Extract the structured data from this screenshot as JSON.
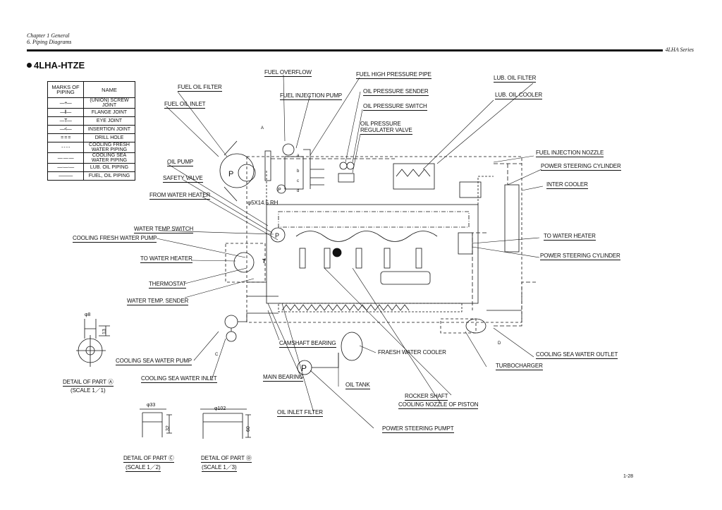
{
  "header": {
    "chapter": "Chapter 1 General",
    "section": "6. Piping Diagrams",
    "series": "4LHA Series"
  },
  "title": "4LHA-HTZE",
  "marks_table": {
    "headers": [
      "MARKS OF PIPING",
      "NAME"
    ],
    "rows": [
      {
        "symbol": "—+—",
        "name": "(UNION) SCREW JOINT"
      },
      {
        "symbol": "—‖—",
        "name": "FLANGE JOINT"
      },
      {
        "symbol": "—T—",
        "name": "EYE JOINT"
      },
      {
        "symbol": "—<—",
        "name": "INSERTION JOINT"
      },
      {
        "symbol": "= = =",
        "name": "DRILL HOLE"
      },
      {
        "symbol": "- - - -",
        "name": "COOLING FRESH WATER PIPING"
      },
      {
        "symbol": "— — —",
        "name": "COOLING SEA WATER PIPING"
      },
      {
        "symbol": "—·—·—",
        "name": "LUB. OIL PIPING"
      },
      {
        "symbol": "———",
        "name": "FUEL, OIL PIPING"
      }
    ]
  },
  "labels": {
    "fuel_overflow": "FUEL OVERFLOW",
    "fuel_high_pressure_pipe": "FUEL HIGH PRESSURE PIPE",
    "lub_oil_filter": "LUB. OIL FILTER",
    "fuel_oil_filter": "FUEL OIL FILTER",
    "fuel_injection_pump": "FUEL INJECTION PUMP",
    "oil_pressure_sender": "OIL PRESSURE SENDER",
    "lub_oil_cooler": "LUB. OIL COOLER",
    "fuel_oil_inlet": "FUEL OIL INLET",
    "oil_pressure_switch": "OIL PRESSURE SWITCH",
    "oil_pressure_regulater_valve_1": "OIL PRESSURE",
    "oil_pressure_regulater_valve_2": "REGULATER VALVE",
    "fuel_injection_nozzle": "FUEL INJECTION NOZZLE",
    "power_steering_cylinder_top": "POWER STEERING CYLINDER",
    "oil_pump": "OIL PUMP",
    "safety_valve": "SAFETY VALVE",
    "inter_cooler": "INTER COOLER",
    "from_water_heater": "FROM WATER HEATER",
    "rh_spec": "φ5X14.5 RH",
    "water_temp_switch": "WATER TEMP SWITCH",
    "cooling_fresh_water_pump": "COOLING FRESH WATER PUMP",
    "to_water_heater_right": "TO WATER HEATER",
    "to_water_heater_left": "TO WATER HEATER",
    "power_steering_cylinder_mid": "POWER STEERING CYLINDER",
    "thermostat": "THERMOSTAT",
    "water_temp_sender": "WATER TEMP. SENDER",
    "camshaft_bearing": "CAMSHAFT BEARING",
    "fraesh_water_cooler": "FRAESH WATER COOLER",
    "cooling_sea_water_outlet": "COOLING SEA WATER OUTLET",
    "cooling_sea_water_pump": "COOLING SEA WATER PUMP",
    "turbocharger": "TURBOCHARGER",
    "detail_a": "DETAIL OF PART Ⓐ",
    "scale_a": "(SCALE 1／1)",
    "cooling_sea_water_inlet": "COOLING SEA WATER INLET",
    "main_bearing": "MAIN BEARING",
    "oil_tank": "OIL TANK",
    "rocker_shaft": "ROCKER SHAFT",
    "cooling_nozzle_of_piston": "COOLING NOZZLE OF PISTON",
    "oil_inlet_filter": "OIL INLET FILTER",
    "power_steering_pumpt": "POWER STEERING PUMPT",
    "detail_c": "DETAIL OF PART Ⓒ",
    "scale_c": "(SCALE 1／2)",
    "detail_d": "DETAIL OF PART Ⓓ",
    "scale_d": "(SCALE 1／3)"
  },
  "markers": {
    "a": "A",
    "c": "C",
    "d": "D",
    "p": "P",
    "t": "T",
    "ra": "a",
    "rb": "b",
    "rc": "c",
    "rd": "d"
  },
  "dimensions": {
    "phi8": "φ8",
    "thirteen": "13",
    "phi33": "φ33",
    "thirtytwo": "32",
    "phi102": "φ102",
    "sixty": "60"
  },
  "page_number": "1-28"
}
